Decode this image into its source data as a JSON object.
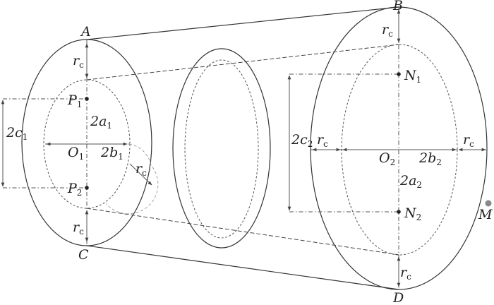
{
  "labels": {
    "A": "A",
    "B": "B",
    "C": "C",
    "D": "D",
    "M": "M",
    "O1": "O",
    "O1_sub": "1",
    "O2": "O",
    "O2_sub": "2",
    "P1": "P",
    "P1_sub": "1",
    "P2": "P",
    "P2_sub": "2",
    "N1": "N",
    "N1_sub": "1",
    "N2": "N",
    "N2_sub": "2",
    "rc": "r",
    "rc_sub": "c",
    "two_a1": "2a",
    "two_a1_sub": "1",
    "two_b1": "2b",
    "two_b1_sub": "1",
    "two_c1": "2c",
    "two_c1_sub": "1",
    "two_a2": "2a",
    "two_a2_sub": "2",
    "two_b2": "2b",
    "two_b2_sub": "2",
    "two_c2": "2c",
    "two_c2_sub": "2"
  },
  "colors": {
    "line": "#333333",
    "marker_M": "#888888"
  }
}
